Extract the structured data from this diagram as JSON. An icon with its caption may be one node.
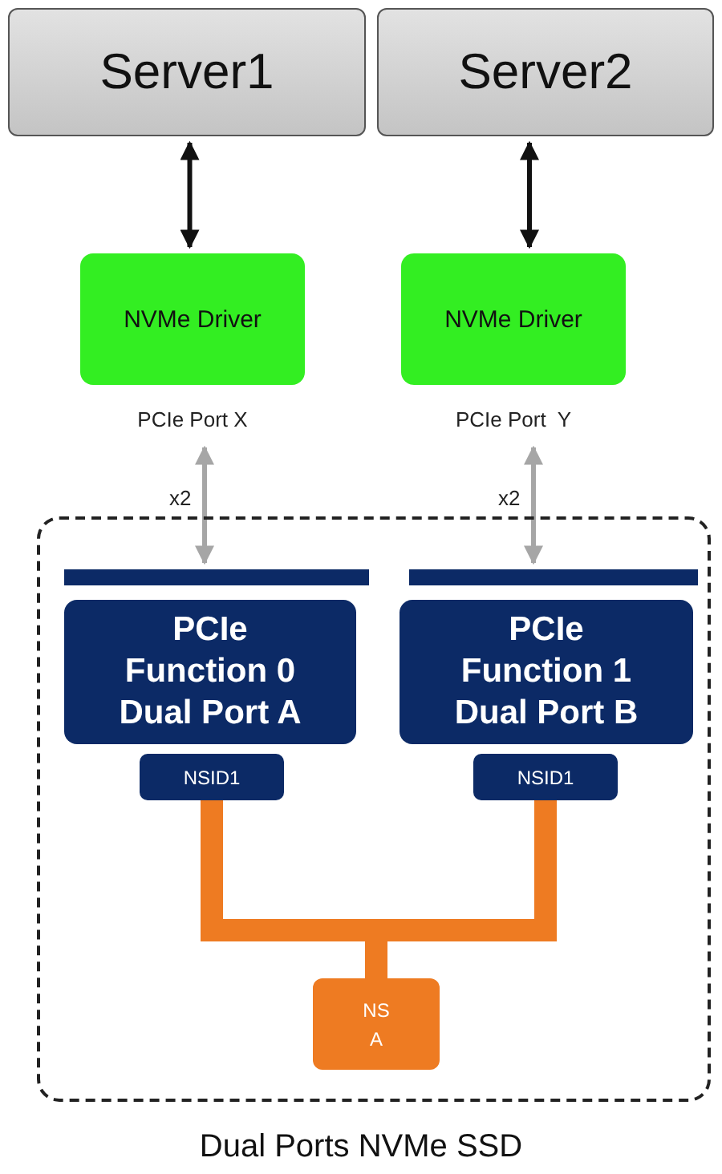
{
  "diagram": {
    "caption": "Dual Ports NVMe SSD",
    "nodes": [
      {
        "text": [
          "Server1"
        ]
      },
      {
        "text": [
          "Server2"
        ]
      },
      {
        "text": [
          "NVMe Driver"
        ],
        "beside": [
          "PCIe Port X"
        ]
      },
      {
        "text": [
          "NVMe Driver"
        ],
        "beside": [
          "PCIe Port  Y"
        ]
      },
      {
        "text": [],
        "shape": "box"
      },
      {
        "text": [],
        "shape": "bar",
        "in": 4
      },
      {
        "text": [],
        "shape": "bar",
        "in": 4
      },
      {
        "text": [
          "PCIe Function 0 Dual Port A"
        ],
        "in": 4
      },
      {
        "text": [
          "PCIe Function 1 Dual Port B"
        ],
        "in": 4
      },
      {
        "text": [
          "NSID1"
        ],
        "in": 4
      },
      {
        "text": [
          "NSID1"
        ],
        "in": 4
      },
      {
        "text": [
          "NS A"
        ],
        "in": 4
      }
    ],
    "edges": [
      {
        "from": 0,
        "to": 2,
        "arrow": "both"
      },
      {
        "from": 1,
        "to": 3,
        "arrow": "both"
      },
      {
        "from": 2,
        "to": 5,
        "arrow": "both",
        "label": "x2",
        "color": "#a6a6a6"
      },
      {
        "from": 3,
        "to": 6,
        "arrow": "both",
        "label": "x2",
        "color": "#a6a6a6"
      },
      {
        "from": 9,
        "to": 11,
        "arrow": "none",
        "style": "thick",
        "color": "#ee7b22"
      },
      {
        "from": 10,
        "to": 11,
        "arrow": "none",
        "style": "thick",
        "color": "#ee7b22"
      }
    ]
  }
}
